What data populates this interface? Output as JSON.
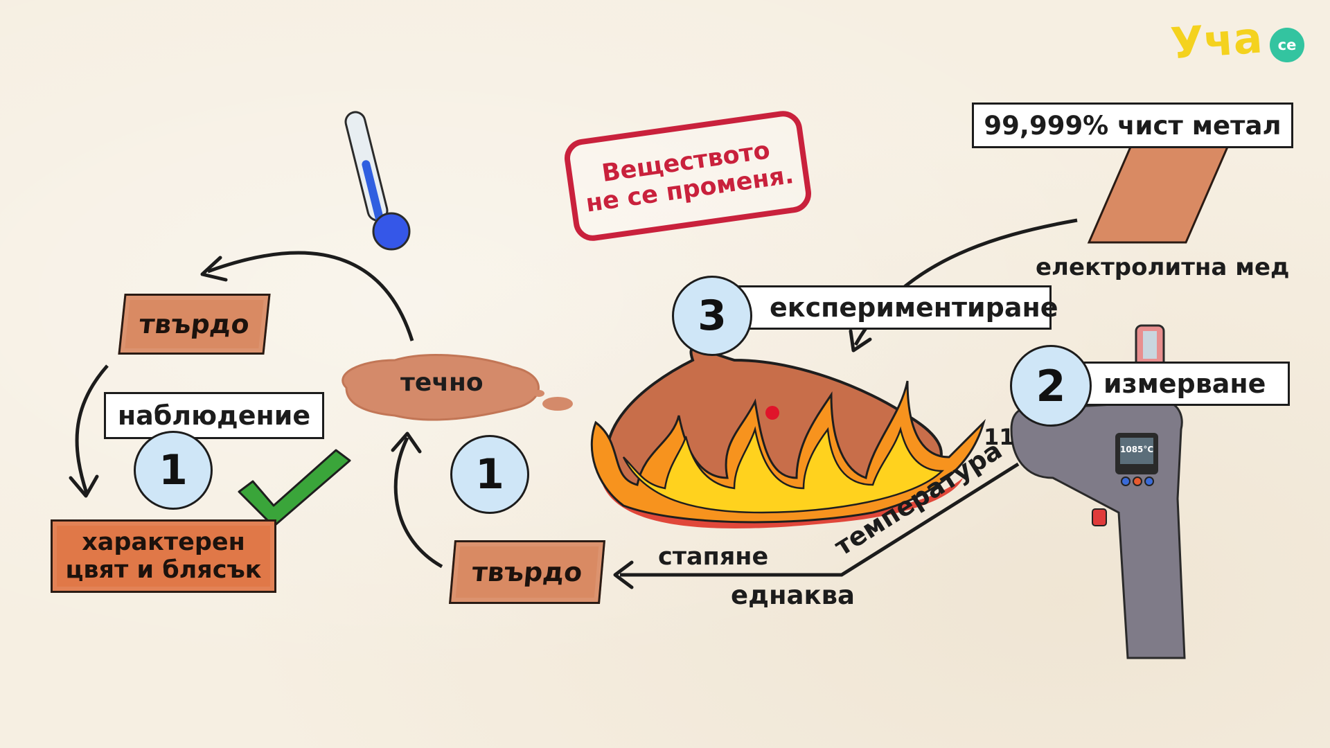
{
  "logo": {
    "main": "Уча",
    "badge": "се"
  },
  "stamp": {
    "line1": "Веществото",
    "line2": "не се променя."
  },
  "metal_label": "99,999% чист метал",
  "copper_name": "електролитна мед",
  "steps": [
    {
      "num": "3",
      "label": "експериментиране"
    },
    {
      "num": "2",
      "label": "измерване"
    },
    {
      "num": "1",
      "label": "наблюдение"
    },
    {
      "num": "1"
    }
  ],
  "states": {
    "solid_top": "твърдо",
    "liquid": "течно",
    "solid_bottom": "твърдо"
  },
  "result": {
    "line1": "характерен",
    "line2": "цвят и блясък"
  },
  "arrows": {
    "melting": "стапяне",
    "same": "еднаква",
    "temperature": "температура"
  },
  "thermometer_display": "1085°C",
  "partial_text": "11",
  "colors": {
    "copper": "#d98a63",
    "stamp_red": "#c9213c",
    "circle_blue": "#cfe6f7",
    "check_green": "#3aa53a",
    "flame_orange": "#f7931e",
    "flame_yellow": "#ffd21e",
    "logo_yellow": "#f4d21e",
    "logo_teal": "#33c4a0"
  }
}
